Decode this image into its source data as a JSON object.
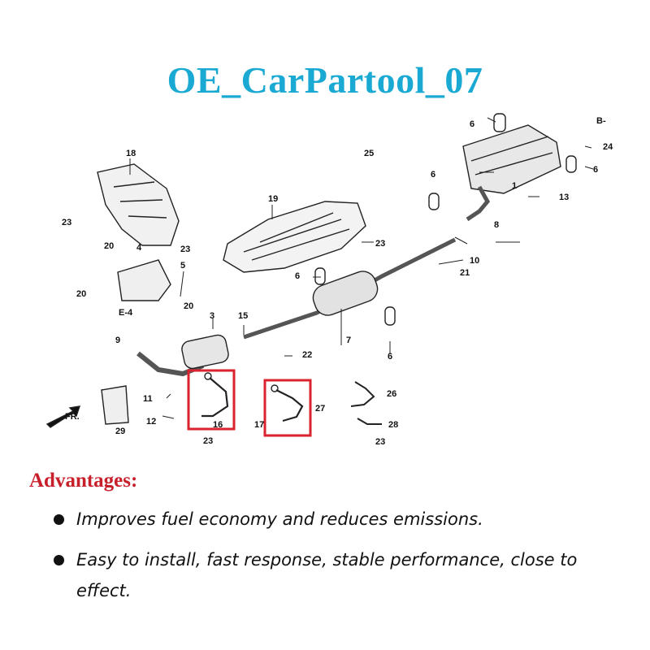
{
  "title": {
    "text": "OE_CarPartool_07",
    "color": "#1aa9d3"
  },
  "diagram": {
    "callouts": [
      "1",
      "4",
      "5",
      "6",
      "7",
      "8",
      "9",
      "10",
      "11",
      "12",
      "13",
      "15",
      "16",
      "17",
      "18",
      "19",
      "20",
      "21",
      "22",
      "23",
      "24",
      "25",
      "26",
      "27",
      "28",
      "29",
      "3"
    ],
    "reference_code": "E-4",
    "direction_label": "FR.",
    "partial_label": "B-",
    "highlight_color": "#d9232e"
  },
  "advantages": {
    "heading": "Advantages:",
    "heading_color": "#c8202b",
    "items": [
      "Improves fuel economy and reduces emissions.",
      "Easy to install, fast response, stable performance, close to effect."
    ]
  }
}
